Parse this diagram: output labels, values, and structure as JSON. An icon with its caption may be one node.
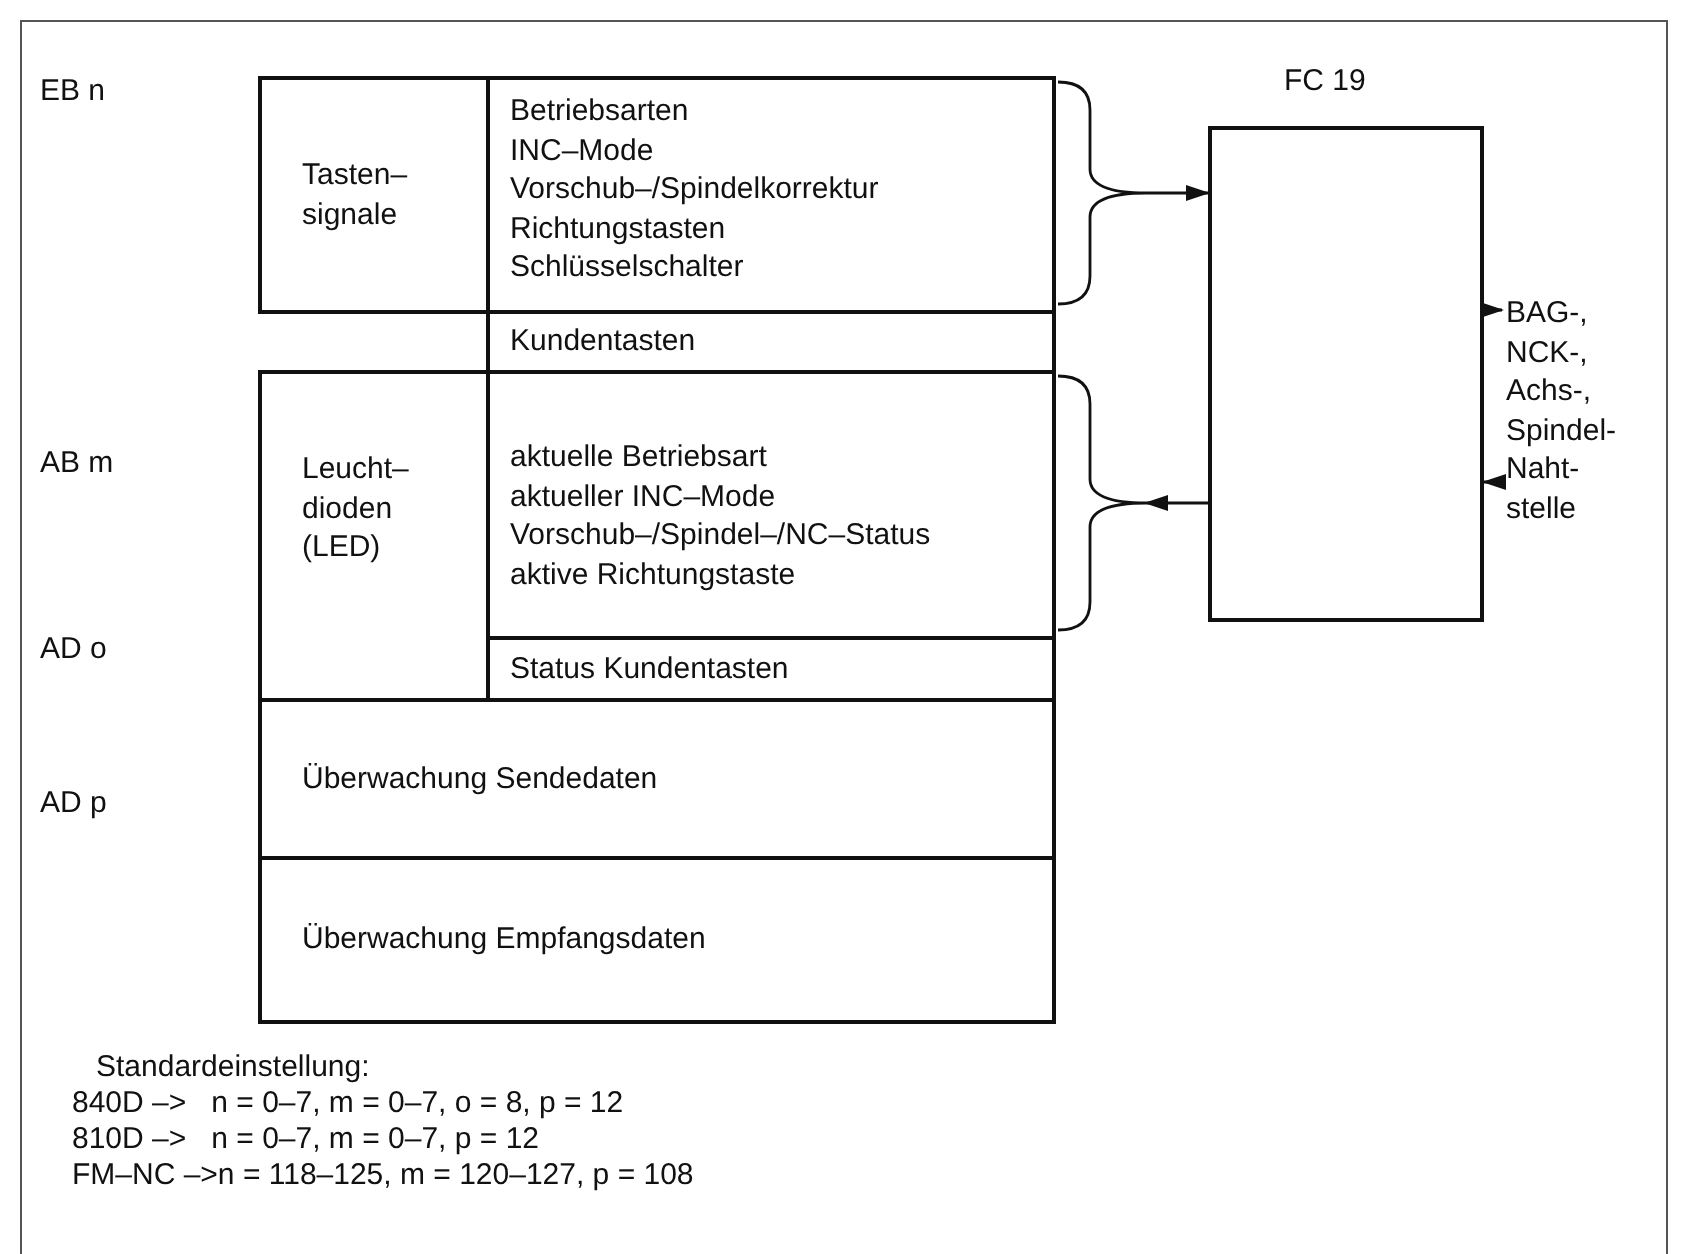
{
  "diagram": {
    "nodes": [
      {
        "text": [
          "Tasten– signale"
        ]
      },
      {
        "text": [
          "Betriebsarten",
          "INC–Mode",
          "Vorschub–/Spindelkorrektur",
          "Richtungstasten",
          "Schlüsselschalter"
        ]
      },
      {
        "text": [
          "Kundentasten"
        ]
      },
      {
        "text": [
          "Leucht– dioden (LED)"
        ]
      },
      {
        "text": [
          "aktuelle Betriebsart",
          "aktueller INC–Mode",
          "Vorschub–/Spindel–/NC–Status",
          "aktive Richtungstaste"
        ]
      },
      {
        "text": [
          "Status Kundentasten"
        ]
      },
      {
        "text": [
          "Überwachung Sendedaten"
        ]
      },
      {
        "text": [
          "Überwachung Empfangsdaten"
        ]
      },
      {
        "text": [
          "FC 19"
        ]
      },
      {
        "text": [
          "BAG-, NCK-, Achs-, Spindel- Naht- stelle"
        ]
      },
      {
        "text": [],
        "shape": "brace"
      },
      {
        "text": [],
        "shape": "brace"
      }
    ],
    "edges": [
      {
        "from": 10,
        "to": 8,
        "arrow": "to"
      },
      {
        "from": 8,
        "to": 11,
        "arrow": "to"
      },
      {
        "from": 8,
        "to": 9,
        "arrow": "to"
      },
      {
        "from": 9,
        "to": 8,
        "arrow": "to"
      }
    ],
    "labels": [
      "EB n",
      "AB m",
      "AD o",
      "AD p",
      "Standardeinstellung:",
      "840D –>   n = 0–7, m = 0–7, o = 8, p = 12",
      "810D –>   n = 0–7, m = 0–7, p = 12",
      "FM–NC –>n = 118–125, m = 120–127, p = 108"
    ]
  }
}
